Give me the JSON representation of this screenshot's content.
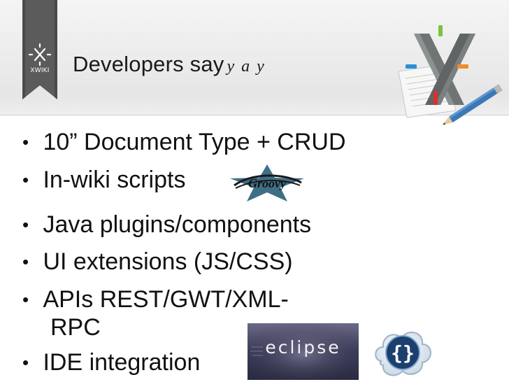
{
  "header": {
    "brand_label": "XWIKI",
    "title_main": "Developers say",
    "title_emph": "y a y"
  },
  "bullets": [
    {
      "marker": "•",
      "text": "10” Document Type + CRUD"
    },
    {
      "marker": "•",
      "text": "In-wiki scripts"
    },
    {
      "marker": "•",
      "text": "Java plugins/components"
    },
    {
      "marker": "•",
      "text": "UI extensions (JS/CSS)"
    },
    {
      "marker": "•",
      "text": "APIs REST/GWT/XML-",
      "continuation": "RPC"
    },
    {
      "marker": "•",
      "text": "IDE integration"
    }
  ],
  "logos": {
    "groovy": "Groovy",
    "eclipse": "eclipse"
  },
  "icons": [
    "xwiki-logo-icon",
    "xwiki-x-logo-icon",
    "groovy-star-icon",
    "eclipse-logo-icon",
    "braces-cloud-icon"
  ],
  "colors": {
    "ribbon": "#5b5b5b",
    "logo_green": "#7cc242",
    "logo_blue": "#2b8fd6",
    "logo_orange": "#f28c28",
    "logo_red": "#d9312b",
    "text": "#111111"
  }
}
